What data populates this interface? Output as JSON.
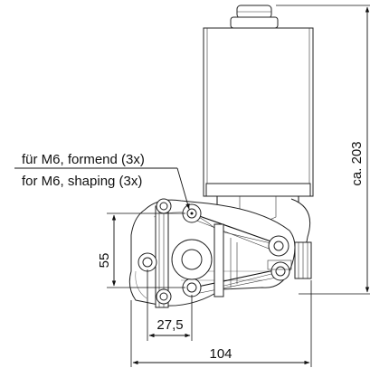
{
  "drawing": {
    "label_de": "für M6, formend (3x)",
    "label_en": "for M6, shaping (3x)",
    "dim_height_total": "ca. 203",
    "dim_vertical_holes": "55",
    "dim_horizontal_holes": "27,5",
    "dim_width_total": "104"
  },
  "colors": {
    "line": "#111111",
    "background": "#ffffff"
  }
}
